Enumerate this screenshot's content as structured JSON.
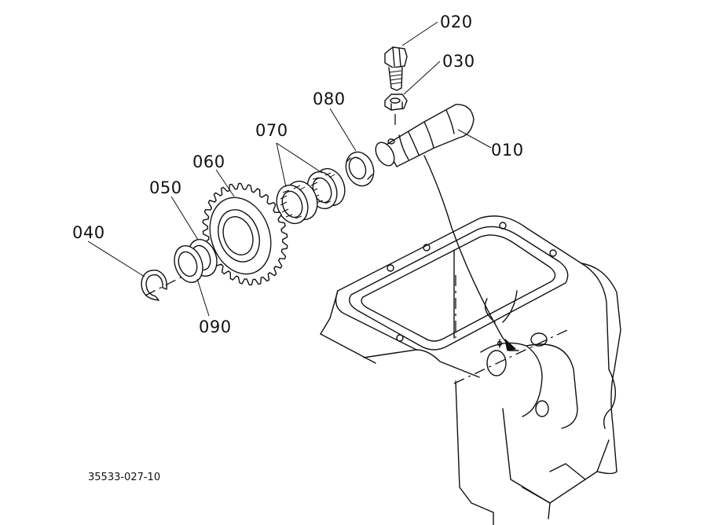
{
  "diagram": {
    "drawing_code": "35533-027-10",
    "parts": [
      {
        "id": "p010",
        "label": "010"
      },
      {
        "id": "p020",
        "label": "020"
      },
      {
        "id": "p030",
        "label": "030"
      },
      {
        "id": "p040",
        "label": "040"
      },
      {
        "id": "p050",
        "label": "050"
      },
      {
        "id": "p060",
        "label": "060"
      },
      {
        "id": "p070",
        "label": "070"
      },
      {
        "id": "p080",
        "label": "080"
      },
      {
        "id": "p090",
        "label": "090"
      }
    ]
  }
}
